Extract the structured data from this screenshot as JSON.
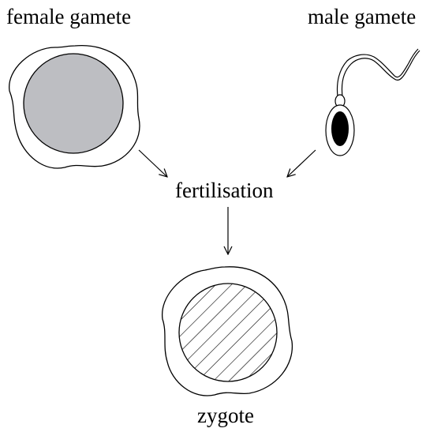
{
  "labels": {
    "female_gamete": "female gamete",
    "male_gamete": "male gamete",
    "fertilisation": "fertilisation",
    "zygote": "zygote"
  },
  "colors": {
    "ink": "#000000",
    "egg_fill": "#bdbec2",
    "sperm_head": "#000000",
    "background": "#ffffff"
  }
}
